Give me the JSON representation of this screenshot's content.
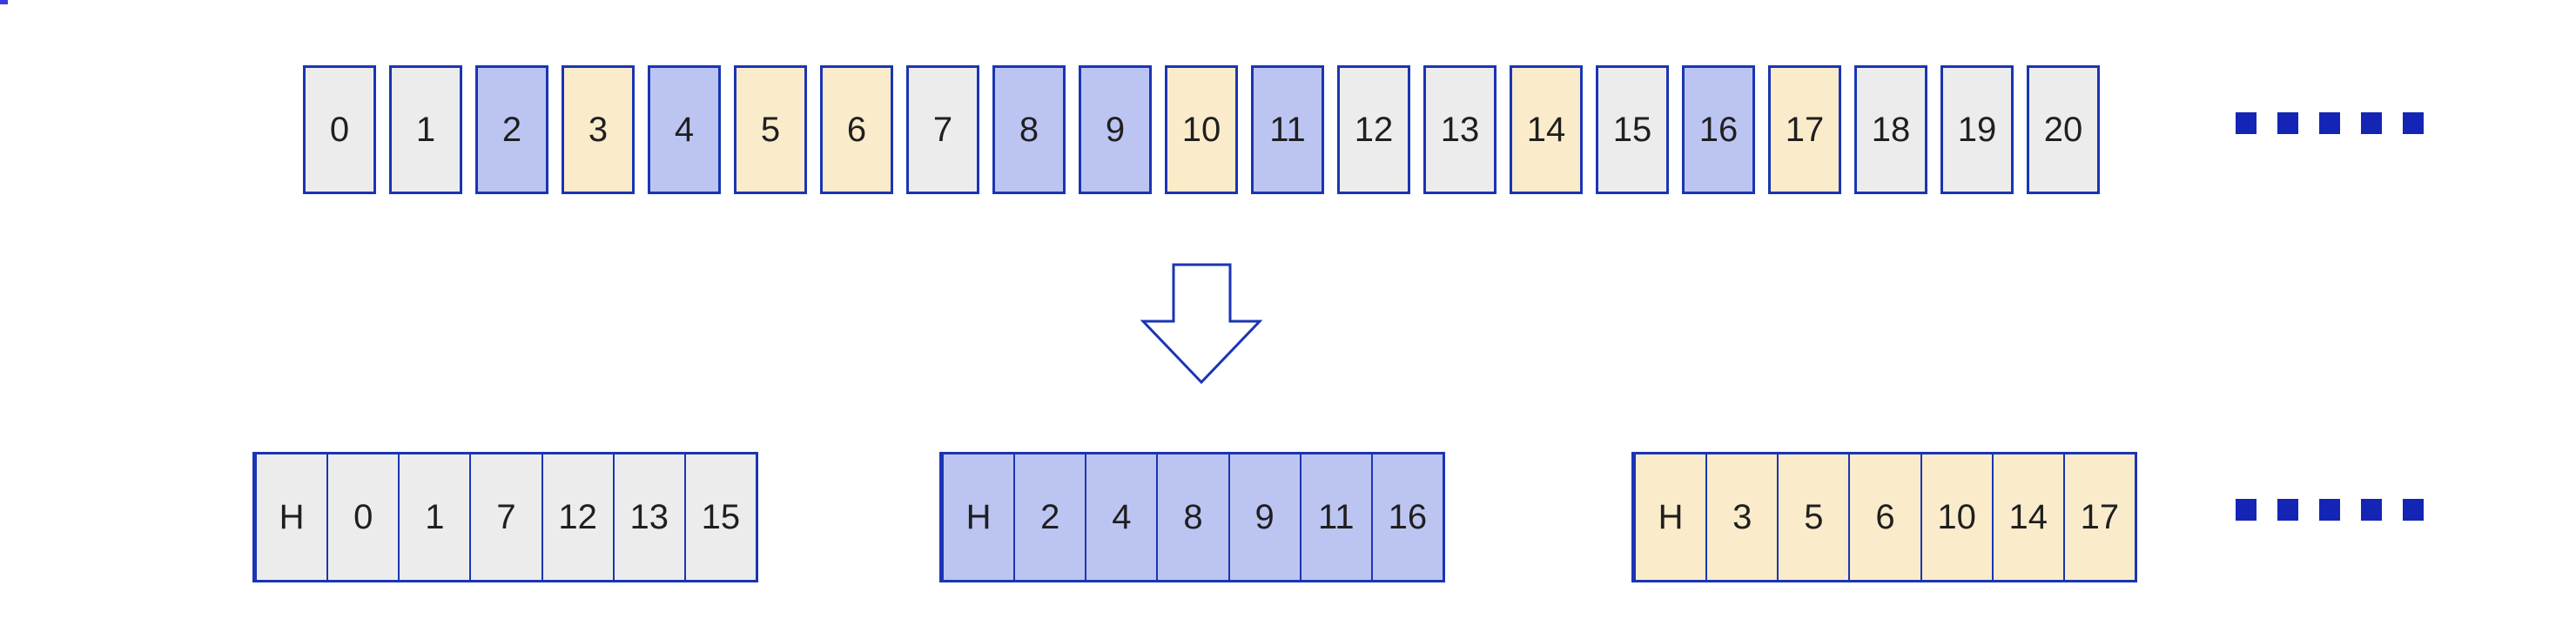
{
  "colors": {
    "border": "#1a35b3",
    "cell_text": "#1f1f1f",
    "gray_fill": "#ececec",
    "blue_fill": "#bcc5f2",
    "yellow_fill": "#faeccb",
    "dot": "#1425b5",
    "arrow_fill": "#ffffff"
  },
  "top_row": {
    "cells": [
      {
        "label": "0",
        "color": "gray"
      },
      {
        "label": "1",
        "color": "gray"
      },
      {
        "label": "2",
        "color": "blue"
      },
      {
        "label": "3",
        "color": "yellow"
      },
      {
        "label": "4",
        "color": "blue"
      },
      {
        "label": "5",
        "color": "yellow"
      },
      {
        "label": "6",
        "color": "yellow"
      },
      {
        "label": "7",
        "color": "gray"
      },
      {
        "label": "8",
        "color": "blue"
      },
      {
        "label": "9",
        "color": "blue"
      },
      {
        "label": "10",
        "color": "yellow"
      },
      {
        "label": "11",
        "color": "blue"
      },
      {
        "label": "12",
        "color": "gray"
      },
      {
        "label": "13",
        "color": "gray"
      },
      {
        "label": "14",
        "color": "yellow"
      },
      {
        "label": "15",
        "color": "gray"
      },
      {
        "label": "16",
        "color": "blue"
      },
      {
        "label": "17",
        "color": "yellow"
      },
      {
        "label": "18",
        "color": "gray"
      },
      {
        "label": "19",
        "color": "gray"
      },
      {
        "label": "20",
        "color": "gray"
      }
    ]
  },
  "ellipsis_top": {
    "count": 5
  },
  "ellipsis_bottom": {
    "count": 5
  },
  "buckets": [
    {
      "color": "gray",
      "cells": [
        "H",
        "0",
        "1",
        "7",
        "12",
        "13",
        "15"
      ]
    },
    {
      "color": "blue",
      "cells": [
        "H",
        "2",
        "4",
        "8",
        "9",
        "11",
        "16"
      ]
    },
    {
      "color": "yellow",
      "cells": [
        "H",
        "3",
        "5",
        "6",
        "10",
        "14",
        "17"
      ]
    }
  ]
}
